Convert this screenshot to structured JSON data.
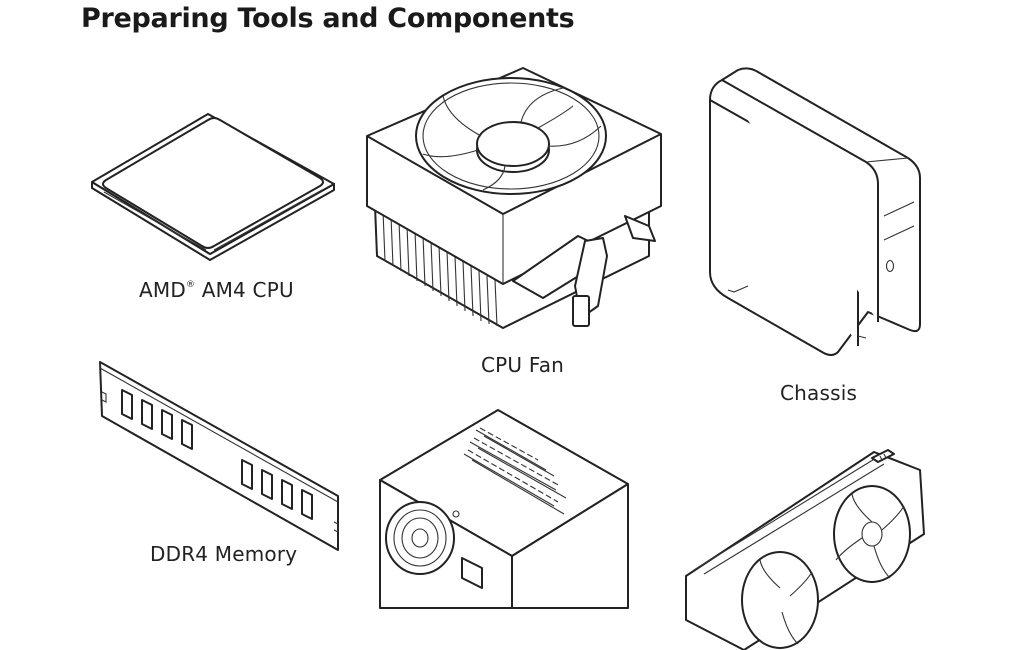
{
  "page": {
    "title": "Preparing Tools and Components"
  },
  "components": [
    {
      "id": "cpu",
      "label_main": "AMD",
      "label_mark": "®",
      "label_rest": " AM4 CPU"
    },
    {
      "id": "cpu-fan",
      "label": "CPU Fan"
    },
    {
      "id": "chassis",
      "label": "Chassis"
    },
    {
      "id": "memory",
      "label": "DDR4 Memory"
    },
    {
      "id": "psu",
      "label": ""
    },
    {
      "id": "gpu",
      "label": ""
    }
  ]
}
